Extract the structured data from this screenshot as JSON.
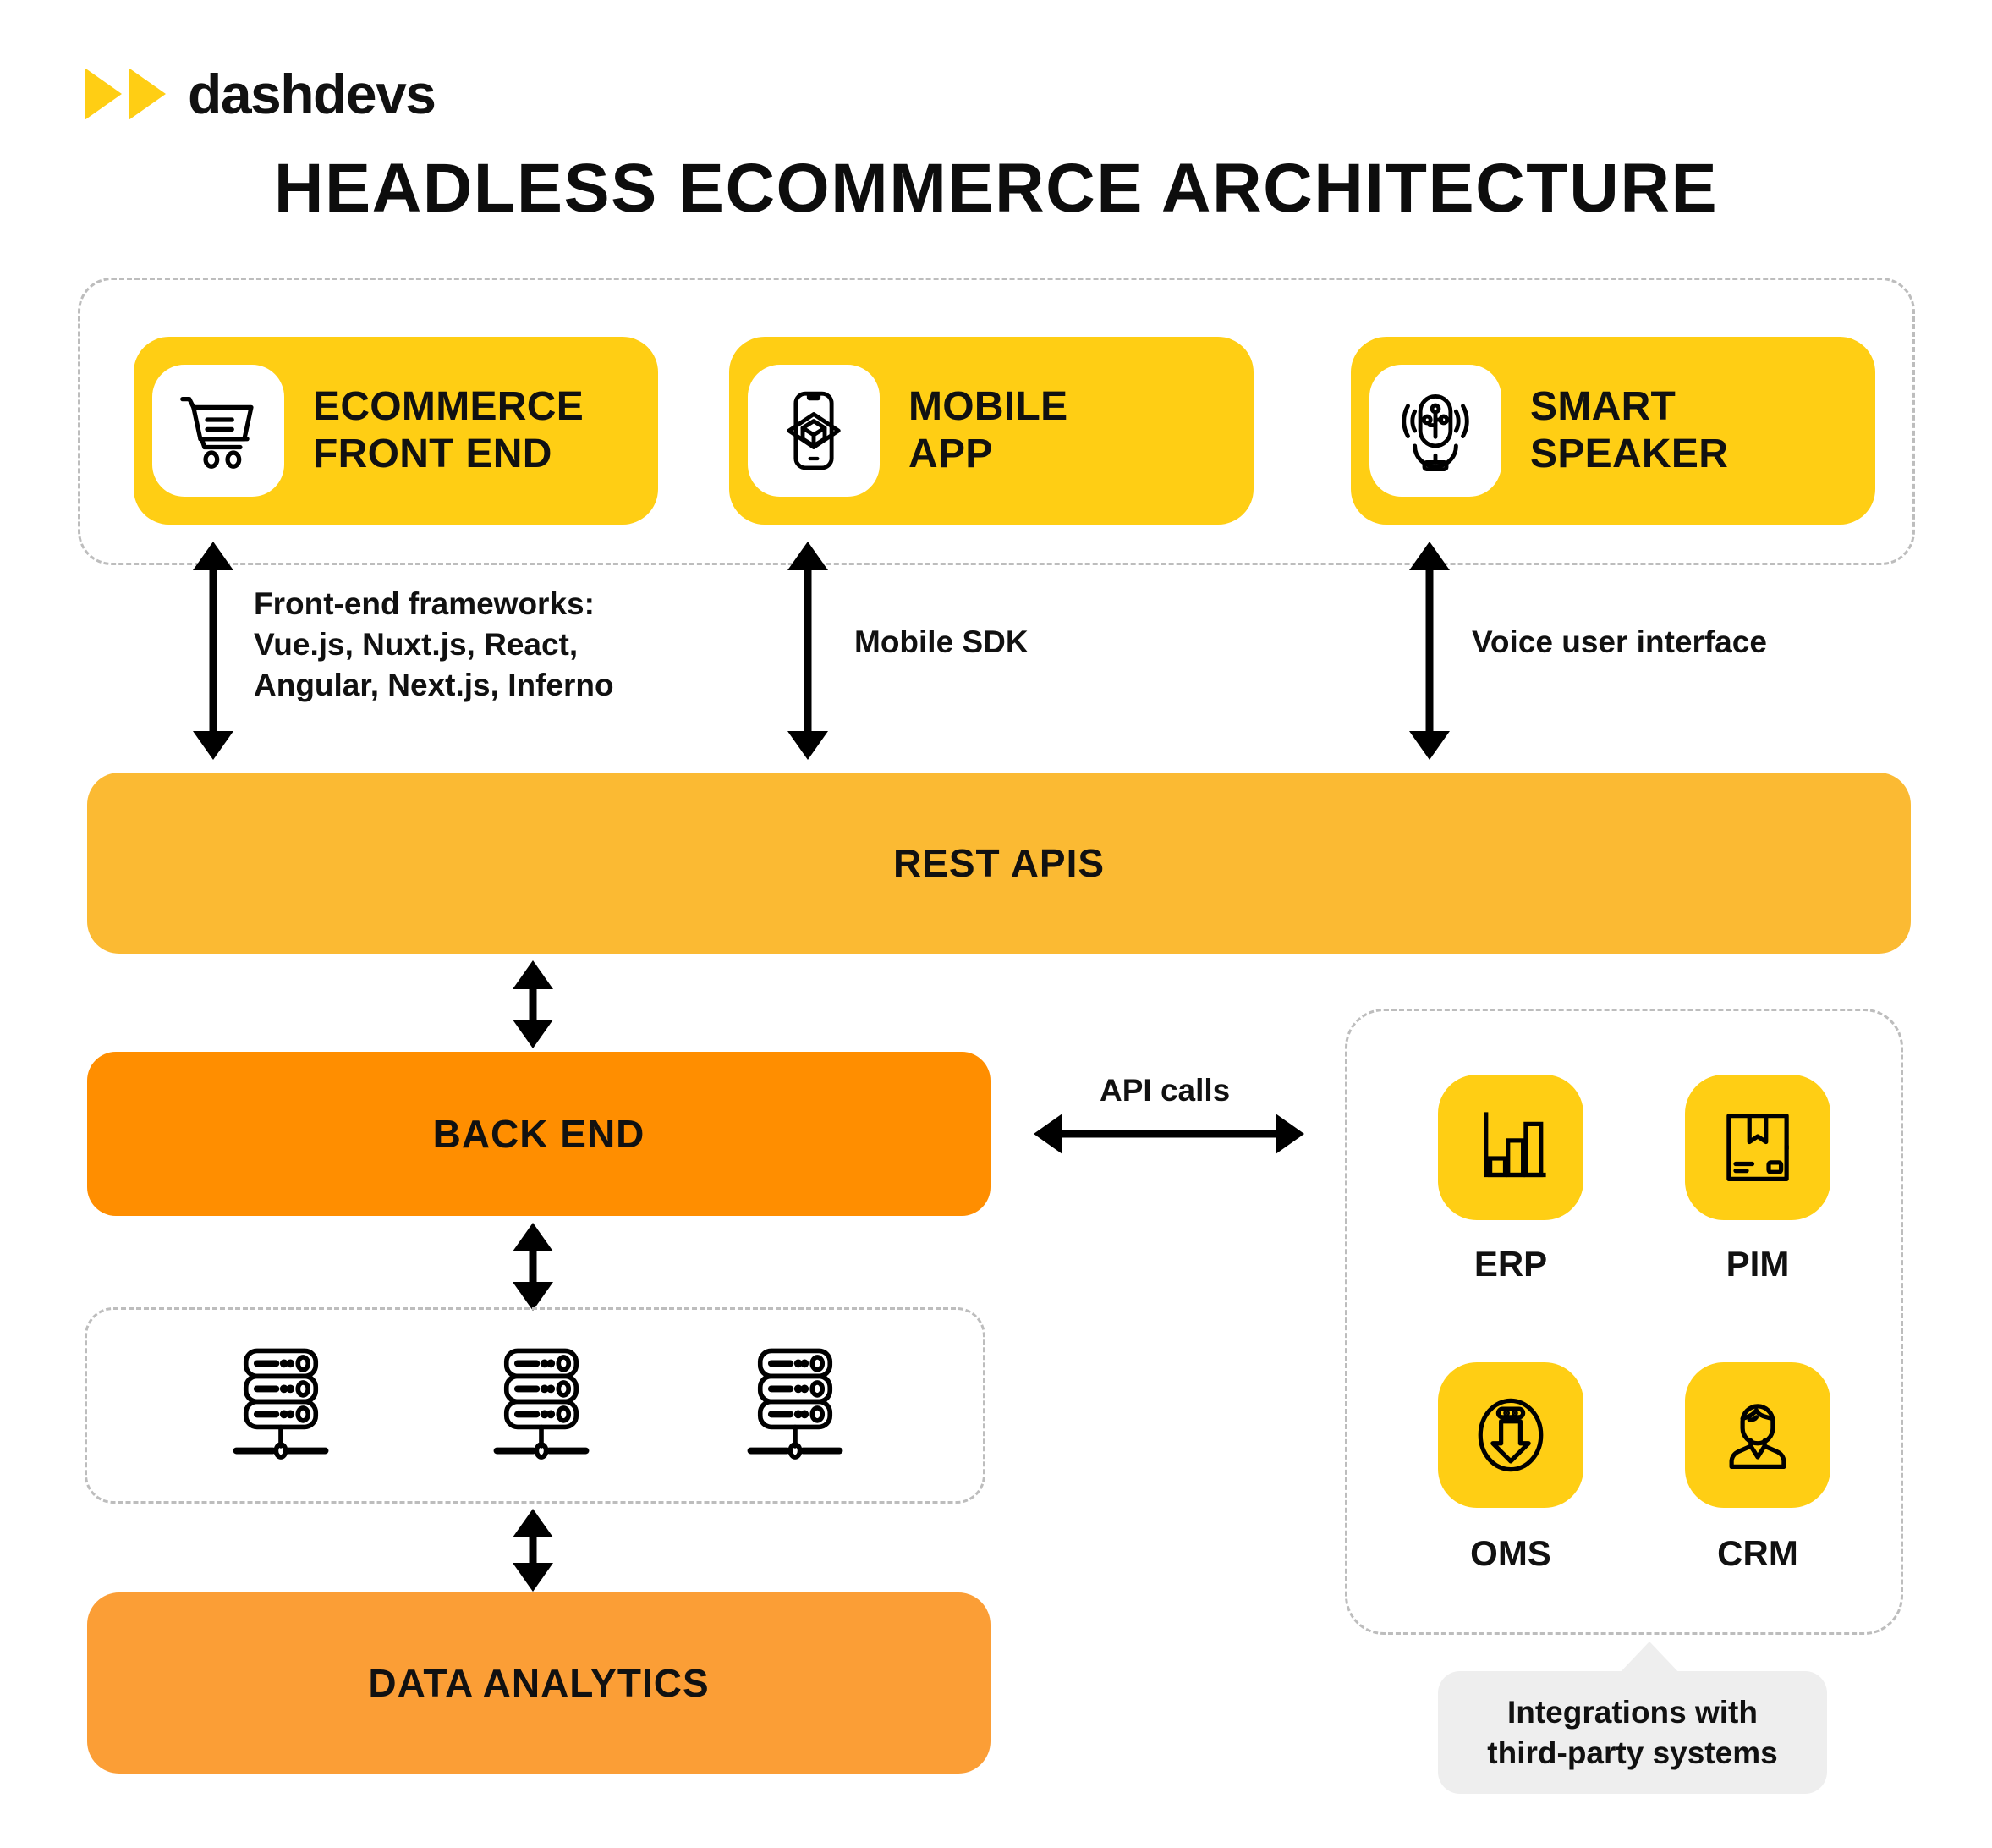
{
  "brand": {
    "name": "dashdevs",
    "logo_icon": "double-triangle-play-icon",
    "yellow": "#FFCE14"
  },
  "page_title": "HEADLESS ECOMMERCE ARCHITECTURE",
  "colors": {
    "card_yellow": "#FFCE14",
    "rest_api_bar": "#FBBA33",
    "backend_bar": "#FF8E00",
    "analytics_bar": "#FB9E36",
    "dashed_border": "#BDBDBD",
    "callout_bg": "#EEEEEE"
  },
  "channels": {
    "items": [
      {
        "label": "ECOMMERCE\nFRONT END",
        "icon": "shopping-cart-icon"
      },
      {
        "label": "MOBILE\nAPP",
        "icon": "mobile-ar-cube-icon"
      },
      {
        "label": "SMART\nSPEAKER",
        "icon": "smart-speaker-microphone-icon"
      }
    ]
  },
  "connectors": {
    "frameworks": "Front-end frameworks:\nVue.js, Nuxt.js, React,\nAngular, Next.js, Inferno",
    "mobile_sdk": "Mobile SDK",
    "voice_ui": "Voice user interface",
    "api_calls": "API calls"
  },
  "layers": {
    "rest_apis": "REST APIS",
    "back_end": "BACK END",
    "data_analytics": "DATA ANALYTICS"
  },
  "servers": {
    "count": 3,
    "icon": "server-rack-icon"
  },
  "integrations": {
    "items": [
      {
        "label": "ERP",
        "icon": "bar-chart-icon"
      },
      {
        "label": "PIM",
        "icon": "package-box-icon"
      },
      {
        "label": "OMS",
        "icon": "download-arrow-circle-icon"
      },
      {
        "label": "CRM",
        "icon": "person-avatar-icon"
      }
    ],
    "callout": "Integrations with\nthird-party systems"
  }
}
